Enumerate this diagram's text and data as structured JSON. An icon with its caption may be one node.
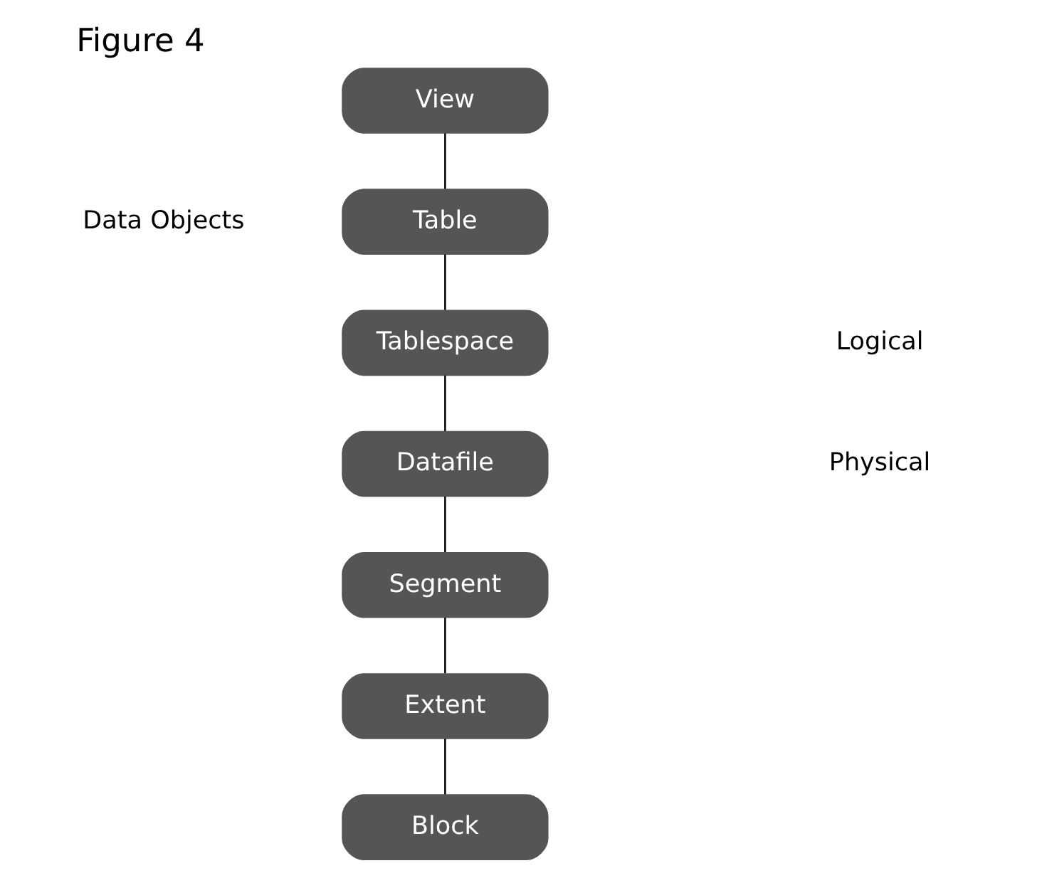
{
  "diagram": {
    "title": "Figure 4",
    "nodes": [
      {
        "text": [
          "View"
        ]
      },
      {
        "text": [
          "Table"
        ]
      },
      {
        "text": [
          "Tablespace"
        ]
      },
      {
        "text": [
          "Datafile"
        ]
      },
      {
        "text": [
          "Segment"
        ]
      },
      {
        "text": [
          "Extent"
        ]
      },
      {
        "text": [
          "Block"
        ]
      }
    ],
    "edges": [
      {
        "from": 0,
        "to": 1,
        "arrow": "none"
      },
      {
        "from": 1,
        "to": 2,
        "arrow": "none"
      },
      {
        "from": 2,
        "to": 3,
        "arrow": "none"
      },
      {
        "from": 3,
        "to": 4,
        "arrow": "none"
      },
      {
        "from": 4,
        "to": 5,
        "arrow": "none"
      },
      {
        "from": 5,
        "to": 6,
        "arrow": "none"
      }
    ],
    "labels": [
      "Data Objects",
      "Logical",
      "Physical"
    ]
  }
}
